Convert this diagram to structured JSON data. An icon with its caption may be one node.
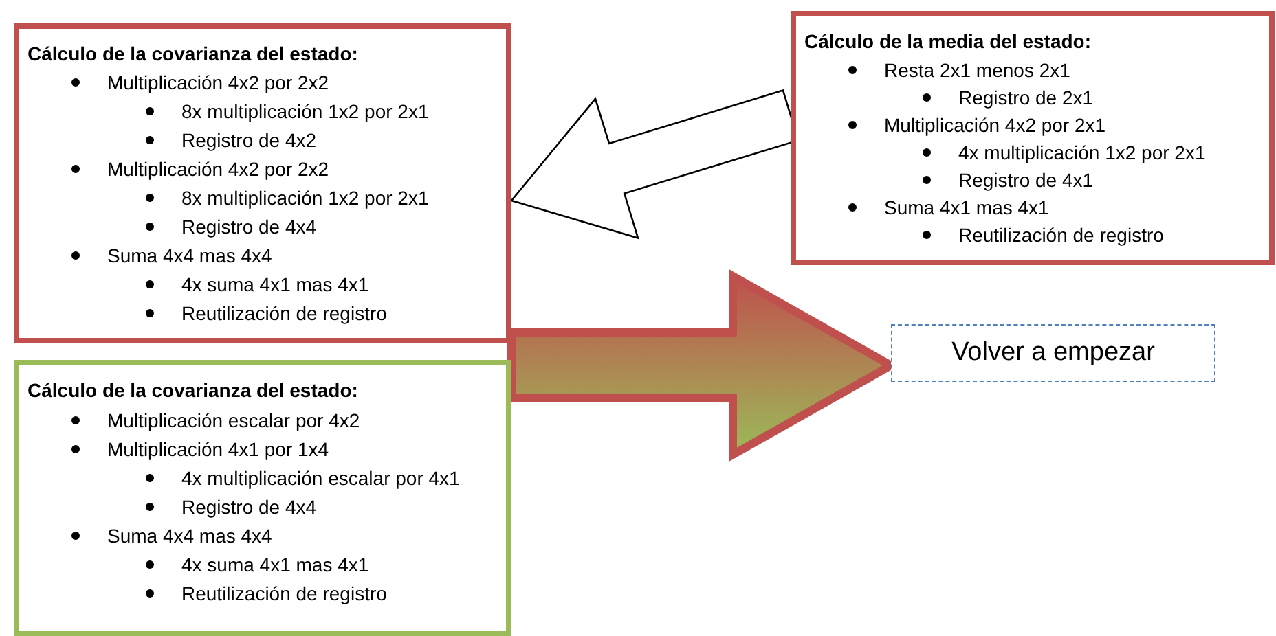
{
  "diagram": {
    "nodes": [
      {
        "text": [
          "Cálculo de la covarianza del estado:",
          "Multiplicación 4x2 por 2x2",
          "8x multiplicación 1x2 por 2x1",
          "Registro de 4x2",
          "Multiplicación 4x2 por 2x2",
          "8x multiplicación 1x2 por 2x1",
          "Registro de 4x4",
          "Suma 4x4 mas 4x4",
          "4x suma 4x1 mas 4x1",
          "Reutilización de registro"
        ]
      },
      {
        "text": [
          "Cálculo de la media del estado:",
          "Resta 2x1 menos 2x1",
          "Registro de 2x1",
          "Multiplicación 4x2 por 2x1",
          "4x multiplicación 1x2 por 2x1",
          "Registro de 4x1",
          "Suma  4x1 mas 4x1",
          "Reutilización de registro"
        ]
      },
      {
        "text": [
          "Cálculo de la covarianza del estado:",
          "Multiplicación escalar por 4x2",
          "Multiplicación 4x1 por 1x4",
          "4x multiplicación escalar por 4x1",
          "Registro de 4x4",
          "Suma 4x4 mas 4x4",
          "4x suma 4x1 mas 4x1",
          "Reutilización de registro"
        ]
      },
      {
        "text": [
          "Volver a empezar"
        ]
      }
    ],
    "edges": [
      {
        "from": 1,
        "to": 0,
        "arrow": "to"
      },
      {
        "from": 2,
        "to": 3,
        "arrow": "to",
        "style": "thick",
        "color": "#c0504d"
      }
    ]
  }
}
